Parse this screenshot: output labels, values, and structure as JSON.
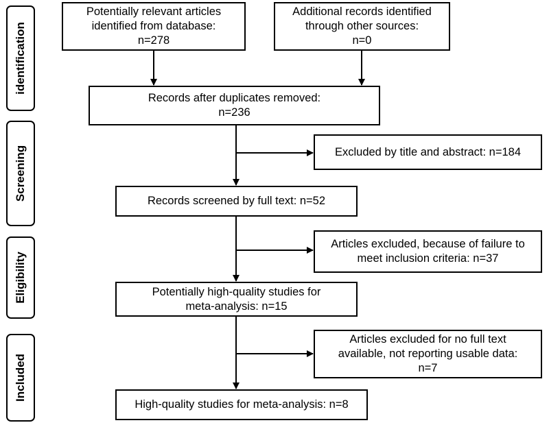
{
  "stages": [
    "identification",
    "Screening",
    "Eligibility",
    "Included"
  ],
  "boxes": {
    "database": [
      "Potentially relevant articles",
      "identified from database:",
      "n=278"
    ],
    "other_sources": [
      "Additional records identified",
      "through other sources:",
      "n=0"
    ],
    "duplicates_removed": [
      "Records after duplicates removed:",
      "n=236"
    ],
    "excluded_title_abstract": [
      "Excluded by title and abstract: n=184"
    ],
    "full_text_screened": [
      "Records screened by full text: n=52"
    ],
    "excluded_criteria": [
      "Articles excluded, because of failure to",
      "meet inclusion criteria: n=37"
    ],
    "high_quality_potential": [
      "Potentially high-quality studies for",
      "meta-analysis: n=15"
    ],
    "excluded_no_full_text": [
      "Articles excluded for no full text",
      "available, not reporting usable data:",
      "n=7"
    ],
    "high_quality_final": [
      "High-quality studies for meta-analysis: n=8"
    ]
  }
}
